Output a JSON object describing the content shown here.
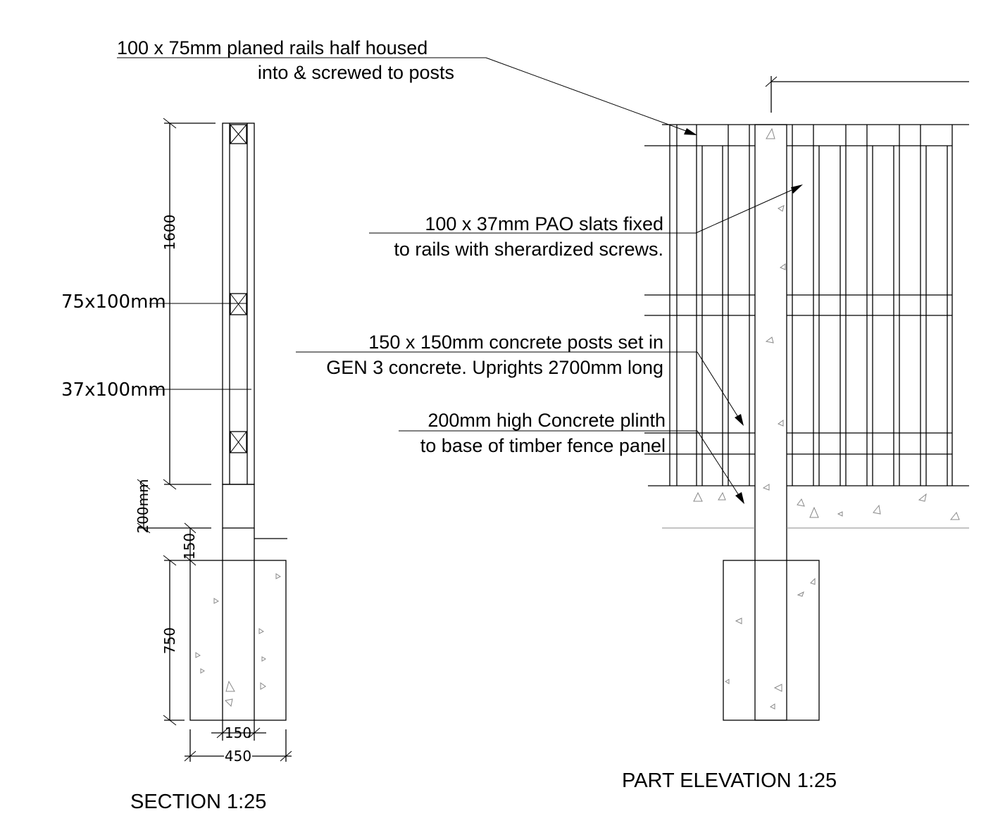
{
  "notes": {
    "rails_line1": "100 x 75mm planed rails half housed",
    "rails_line2": "into & screwed to posts",
    "slats_line1": "100 x 37mm PAO slats fixed",
    "slats_line2": "to rails with sherardized screws.",
    "posts_line1": "150 x 150mm concrete posts set in",
    "posts_line2": "GEN 3 concrete. Uprights 2700mm long",
    "plinth_line1": "200mm high Concrete plinth",
    "plinth_line2": "to base of timber fence panel"
  },
  "section": {
    "dim_panel": "1600",
    "dim_plinth": "200mm",
    "dim_gap": "150",
    "dim_footing": "750",
    "dim_post_width": "150",
    "dim_footing_width": "450",
    "label_rail": "75x100mm",
    "label_slat": "37x100mm",
    "title": "SECTION  1:25"
  },
  "elevation": {
    "title": "PART ELEVATION  1:25"
  }
}
